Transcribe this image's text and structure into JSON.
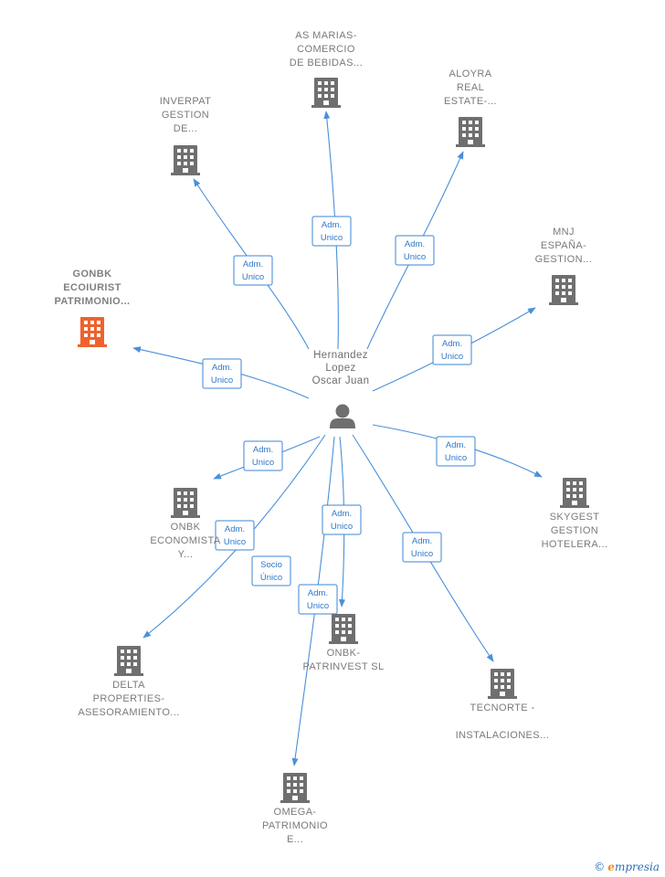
{
  "person": {
    "lines": [
      "Hernandez",
      "Lopez",
      "Oscar Juan"
    ]
  },
  "companies": [
    {
      "id": "as-marias",
      "lines": [
        "AS MARIAS-",
        "COMERCIO",
        "DE BEBIDAS..."
      ],
      "highlight": false
    },
    {
      "id": "aloyra",
      "lines": [
        "ALOYRA",
        "REAL",
        "ESTATE-..."
      ],
      "highlight": false
    },
    {
      "id": "inverpat",
      "lines": [
        "INVERPAT",
        "GESTION",
        "DE..."
      ],
      "highlight": false
    },
    {
      "id": "mnj",
      "lines": [
        "MNJ",
        "ESPAÑA-",
        "GESTION..."
      ],
      "highlight": false
    },
    {
      "id": "gonbk",
      "lines": [
        "GONBK",
        "ECOIURIST",
        "PATRIMONIO..."
      ],
      "highlight": true
    },
    {
      "id": "skygest",
      "lines": [
        "SKYGEST",
        "GESTION",
        "HOTELERA..."
      ],
      "highlight": false
    },
    {
      "id": "onbk-economista",
      "lines": [
        "ONBK",
        "ECONOMISTA",
        "Y..."
      ],
      "highlight": false
    },
    {
      "id": "onbk-patrinvest",
      "lines": [
        "ONBK-",
        "PATRINVEST SL"
      ],
      "highlight": false
    },
    {
      "id": "delta",
      "lines": [
        "DELTA",
        "PROPERTIES-",
        "ASESORAMIENTO..."
      ],
      "highlight": false
    },
    {
      "id": "tecnorte",
      "lines": [
        "TECNORTE -",
        "",
        "INSTALACIONES..."
      ],
      "highlight": false
    },
    {
      "id": "omega",
      "lines": [
        "OMEGA-",
        "PATRIMONIO",
        "E..."
      ],
      "highlight": false
    }
  ],
  "relations": [
    {
      "id": "rel-as-marias",
      "lines": [
        "Adm.",
        "Unico"
      ]
    },
    {
      "id": "rel-aloyra",
      "lines": [
        "Adm.",
        "Unico"
      ]
    },
    {
      "id": "rel-inverpat",
      "lines": [
        "Adm.",
        "Unico"
      ]
    },
    {
      "id": "rel-mnj",
      "lines": [
        "Adm.",
        "Unico"
      ]
    },
    {
      "id": "rel-gonbk",
      "lines": [
        "Adm.",
        "Unico"
      ]
    },
    {
      "id": "rel-skygest",
      "lines": [
        "Adm.",
        "Unico"
      ]
    },
    {
      "id": "rel-onbk-economista",
      "lines": [
        "Adm.",
        "Unico"
      ]
    },
    {
      "id": "rel-delta",
      "lines": [
        "Adm.",
        "Unico"
      ]
    },
    {
      "id": "rel-onbk-patrinvest",
      "lines": [
        "Adm.",
        "Unico"
      ]
    },
    {
      "id": "rel-tecnorte",
      "lines": [
        "Adm.",
        "Unico"
      ]
    },
    {
      "id": "rel-socio",
      "lines": [
        "Socio",
        "Único"
      ]
    },
    {
      "id": "rel-omega",
      "lines": [
        "Adm.",
        "Unico"
      ]
    }
  ],
  "colors": {
    "building": "#6f6f6f",
    "highlight": "#f0622d",
    "edge": "#4a8fda",
    "person": "#6f6f6f"
  },
  "footer": {
    "copyright": "©",
    "brand_initial": "e",
    "brand_rest": "mpresia"
  }
}
